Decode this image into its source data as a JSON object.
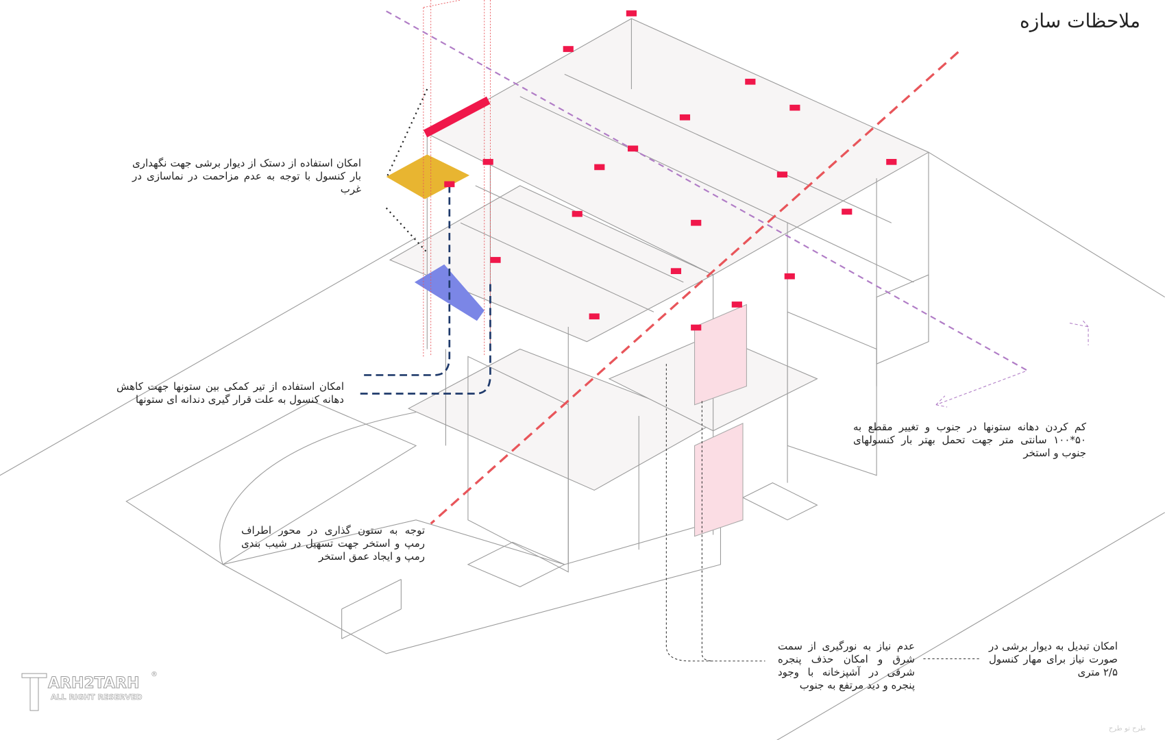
{
  "title": "ملاحظات سازه",
  "notes": {
    "west_shear_wall": "امکان استفاده از دستک از دیوار برشی جهت نگهداری بار کنسول با توجه به عدم مزاحمت در نماسازی در غرب",
    "auxiliary_beam": "امکان استفاده از تیر کمکی بین ستونها جهت کاهش دهانه کنسول به علت قرار گیری دندانه ای ستونها",
    "ramp_pool_columns": "توجه به ستون گذاری در محور اطراف رمپ و استخر جهت تسهیل در شیب بندی رمپ و ایجاد عمق استخر",
    "south_columns": "کم کردن دهانه ستونها در جنوب و تغییر مقطع به ۵۰*۱۰۰ سانتی متر جهت تحمل بهتر بار کنسولهای جنوب و استخر",
    "kitchen_window": "عدم نیاز به نورگیری از سمت شرق و امکان حذف پنجره شرقی در آشپزخانه با وجود پنجره و دید مرتفع به جنوب",
    "shear_wall_option": "امکان تبدیل به دیوار برشی در صورت نیاز برای مهار کنسول ۲/۵ متری"
  },
  "logo": {
    "name": "ARH2TARH",
    "sub": "ALL RIGHT RESERVED",
    "mark": "®"
  },
  "watermark": "طرح تو طرح",
  "colors": {
    "column": "#f0174a",
    "axis_red": "#e8555a",
    "axis_purple": "#b07cc6",
    "beam_navy": "#1f3a6b",
    "yellow": "#e8b531",
    "blue": "#7b86e6",
    "pink": "#fbdde4"
  }
}
